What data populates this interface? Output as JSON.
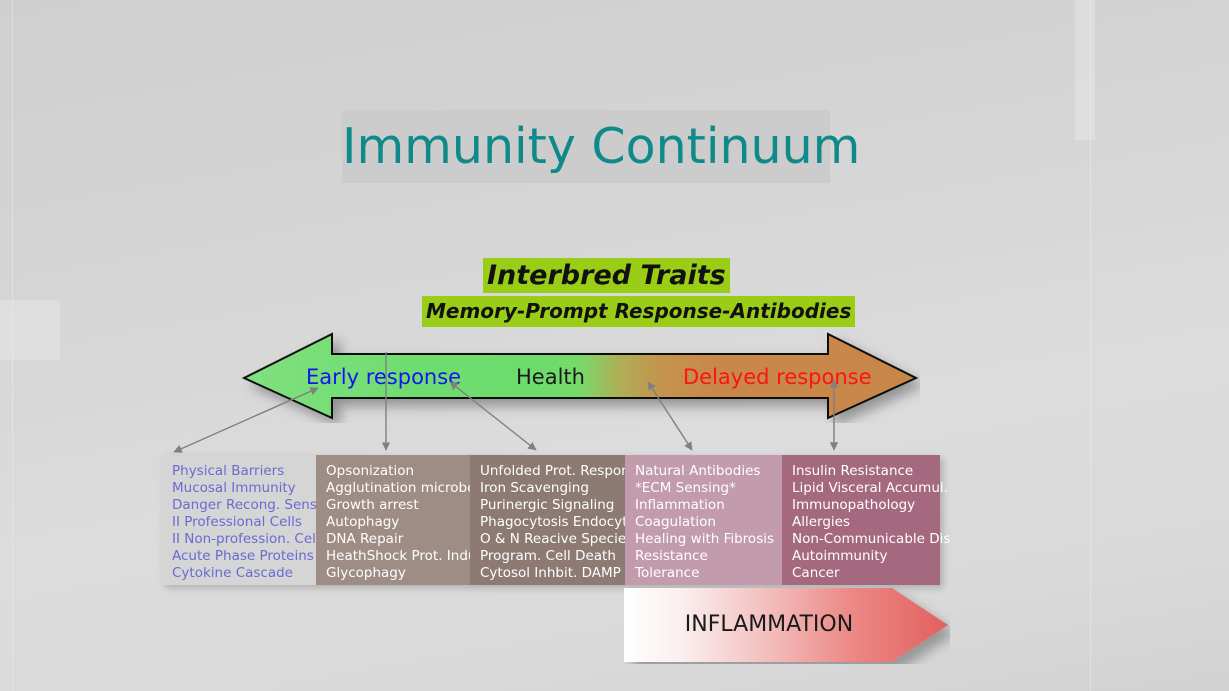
{
  "slide": {
    "title": "Immunity Continuum",
    "title_color": "#0f8a8a",
    "title_highlight_color": "#cccccc",
    "background_color": "#d6d6d6"
  },
  "traits": {
    "heading": "Interbred Traits",
    "subheading": "Memory-Prompt Response-Antibodies",
    "highlight_color": "#9acd15"
  },
  "spectrum_arrow": {
    "left_label": "Early response",
    "left_label_color": "#1414f0",
    "center_label": "Health",
    "center_label_color": "#1a1a1a",
    "right_label": "Delayed response",
    "right_label_color": "#fa1414",
    "gradient_start_color": "#6ee06e",
    "gradient_end_color": "#c8874a"
  },
  "inflammation": {
    "label": "INFLAMMATION",
    "gradient_start_color": "#ffffff",
    "gradient_end_color": "#e2605f"
  },
  "columns": [
    {
      "name": "early-response-column",
      "background": "#d5d5d5",
      "text_color": "#6a6ad2",
      "items": [
        "Physical Barriers",
        "Mucosal Immunity",
        "Danger Recong. Sensing",
        "II  Professional Cells",
        "II  Non-profession. Cells",
        "Acute Phase Proteins",
        "Cytokine Cascade"
      ]
    },
    {
      "name": "opsonization-column",
      "background": "#9e8d84",
      "text_color": "#ffffff",
      "items": [
        "Opsonization",
        "Agglutination microbes",
        "Growth arrest",
        "Autophagy",
        "DNA Repair",
        "HeathShock Prot.  Indu.",
        "Glycophagy"
      ]
    },
    {
      "name": "stress-response-column",
      "background": "#8d7a73",
      "text_color": "#ffffff",
      "items": [
        "Unfolded Prot. Respon.",
        "Iron  Scavenging",
        "Purinergic Signaling",
        "Phagocytosis Endocyt.",
        "O & N  Reacive Species",
        "Program. Cell Death",
        "Cytosol Inhbit. DAMP"
      ]
    },
    {
      "name": "inflammation-column",
      "background": "#c29bac",
      "text_color": "#ffffff",
      "items": [
        "Natural Antibodies",
        "*ECM Sensing*",
        "Inflammation",
        "Coagulation",
        "Healing with Fibrosis",
        "Resistance",
        "Tolerance"
      ]
    },
    {
      "name": "disease-column",
      "background": "#a4697f",
      "text_color": "#ffffff",
      "items": [
        "Insulin Resistance",
        "Lipid Visceral Accumul.",
        "Immunopathology",
        "Allergies",
        "Non-Communicable Dis",
        "Autoimmunity",
        "Cancer"
      ]
    }
  ]
}
